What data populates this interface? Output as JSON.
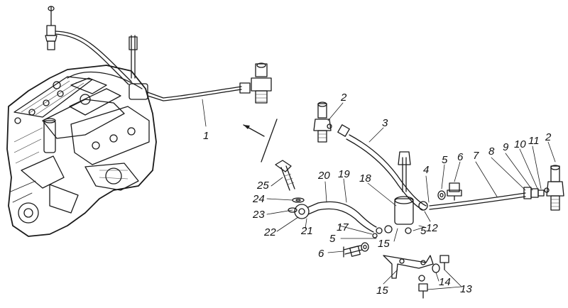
{
  "callouts": [
    {
      "id": "c1",
      "text": "1"
    },
    {
      "id": "c2a",
      "text": "2"
    },
    {
      "id": "c3",
      "text": "3"
    },
    {
      "id": "c2b",
      "text": "2"
    },
    {
      "id": "c4",
      "text": "4"
    },
    {
      "id": "c5a",
      "text": "5"
    },
    {
      "id": "c6a",
      "text": "6"
    },
    {
      "id": "c7",
      "text": "7"
    },
    {
      "id": "c8",
      "text": "8"
    },
    {
      "id": "c9",
      "text": "9"
    },
    {
      "id": "c10",
      "text": "10"
    },
    {
      "id": "c11",
      "text": "11"
    },
    {
      "id": "c20",
      "text": "20"
    },
    {
      "id": "c19",
      "text": "19"
    },
    {
      "id": "c18",
      "text": "18"
    },
    {
      "id": "c25",
      "text": "25"
    },
    {
      "id": "c24",
      "text": "24"
    },
    {
      "id": "c23",
      "text": "23"
    },
    {
      "id": "c22",
      "text": "22"
    },
    {
      "id": "c21",
      "text": "21"
    },
    {
      "id": "c17",
      "text": "17"
    },
    {
      "id": "c5b",
      "text": "5"
    },
    {
      "id": "c15a",
      "text": "15"
    },
    {
      "id": "c5c",
      "text": "5"
    },
    {
      "id": "c12",
      "text": "12"
    },
    {
      "id": "c6b",
      "text": "6"
    },
    {
      "id": "c15b",
      "text": "15"
    },
    {
      "id": "c14",
      "text": "14"
    },
    {
      "id": "c13",
      "text": "13"
    }
  ]
}
